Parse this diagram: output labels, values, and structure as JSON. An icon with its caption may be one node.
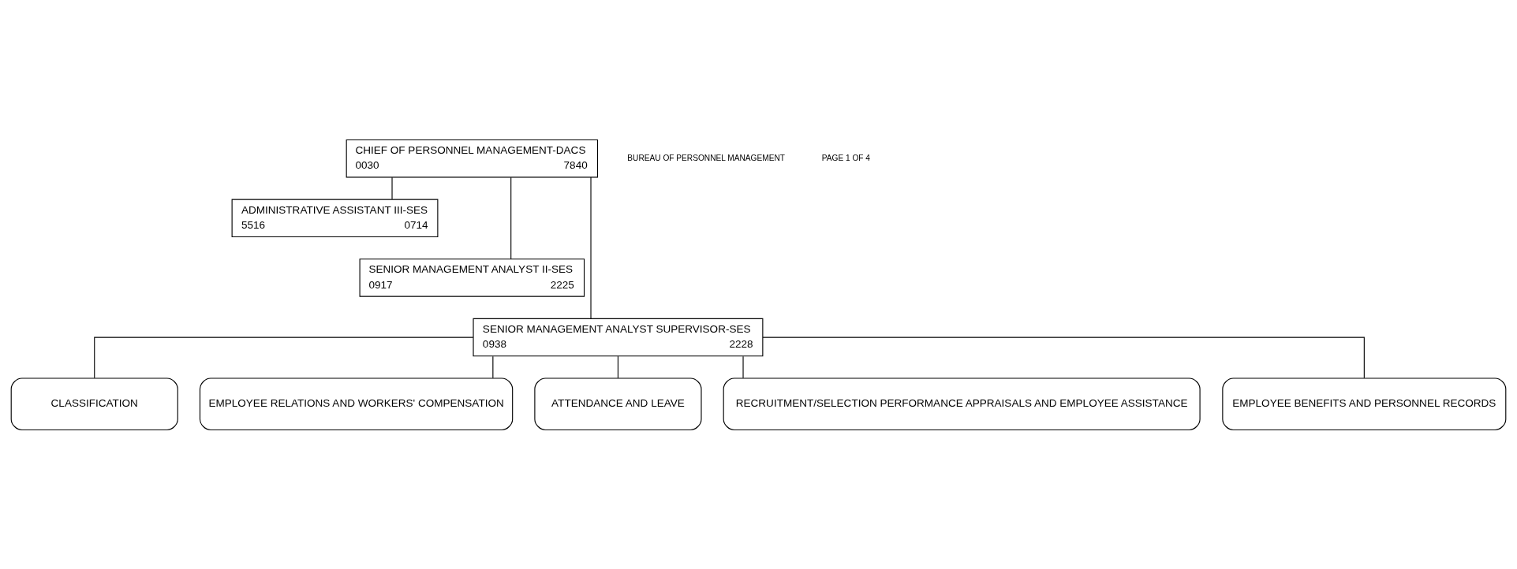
{
  "diagram": {
    "nodes": [
      {
        "text": [
          "CHIEF OF PERSONNEL MANAGEMENT-DACS",
          "0030",
          "7840"
        ]
      },
      {
        "text": [
          "ADMINISTRATIVE ASSISTANT III-SES",
          "5516",
          "0714"
        ]
      },
      {
        "text": [
          "SENIOR MANAGEMENT ANALYST II-SES",
          "0917",
          "2225"
        ]
      },
      {
        "text": [
          "SENIOR MANAGEMENT ANALYST SUPERVISOR-SES",
          "0938",
          "2228"
        ]
      },
      {
        "text": [
          "CLASSIFICATION"
        ]
      },
      {
        "text": [
          "EMPLOYEE RELATIONS AND WORKERS' COMPENSATION"
        ]
      },
      {
        "text": [
          "ATTENDANCE AND LEAVE"
        ]
      },
      {
        "text": [
          "RECRUITMENT/SELECTION PERFORMANCE APPRAISALS AND EMPLOYEE ASSISTANCE"
        ]
      },
      {
        "text": [
          "EMPLOYEE BENEFITS AND PERSONNEL RECORDS"
        ]
      }
    ],
    "edges": [
      {
        "from": 0,
        "to": 1,
        "arrow": "none"
      },
      {
        "from": 0,
        "to": 2,
        "arrow": "none"
      },
      {
        "from": 0,
        "to": 3,
        "arrow": "none"
      },
      {
        "from": 3,
        "to": 4,
        "arrow": "none"
      },
      {
        "from": 3,
        "to": 5,
        "arrow": "none"
      },
      {
        "from": 3,
        "to": 6,
        "arrow": "none"
      },
      {
        "from": 3,
        "to": 7,
        "arrow": "none"
      },
      {
        "from": 3,
        "to": 8,
        "arrow": "none"
      }
    ],
    "labels": [
      "BUREAU OF PERSONNEL MANAGEMENT",
      "PAGE 1 OF 4"
    ]
  }
}
